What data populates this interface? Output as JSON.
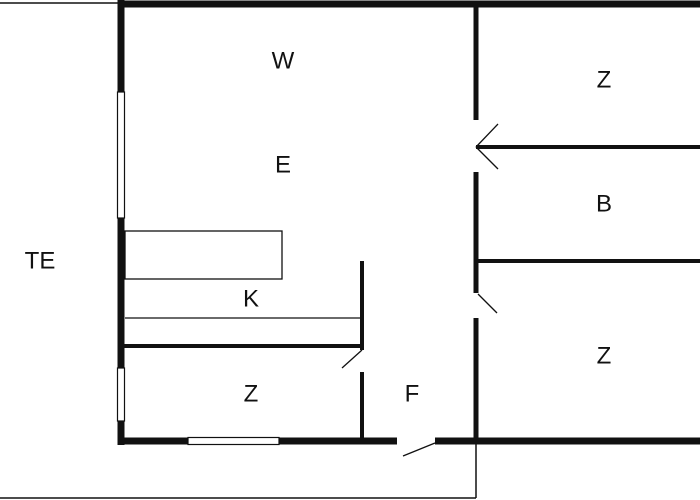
{
  "floorplan": {
    "rooms": [
      {
        "id": "terrace",
        "label": "TE"
      },
      {
        "id": "living-w",
        "label": "W"
      },
      {
        "id": "dining-e",
        "label": "E"
      },
      {
        "id": "kitchen",
        "label": "K"
      },
      {
        "id": "room-z-bottom-left",
        "label": "Z"
      },
      {
        "id": "hall",
        "label": "F"
      },
      {
        "id": "room-z-top-right",
        "label": "Z"
      },
      {
        "id": "bathroom",
        "label": "B"
      },
      {
        "id": "room-z-bottom-right",
        "label": "Z"
      }
    ],
    "colors": {
      "wall": "#111111",
      "background": "#ffffff"
    }
  }
}
